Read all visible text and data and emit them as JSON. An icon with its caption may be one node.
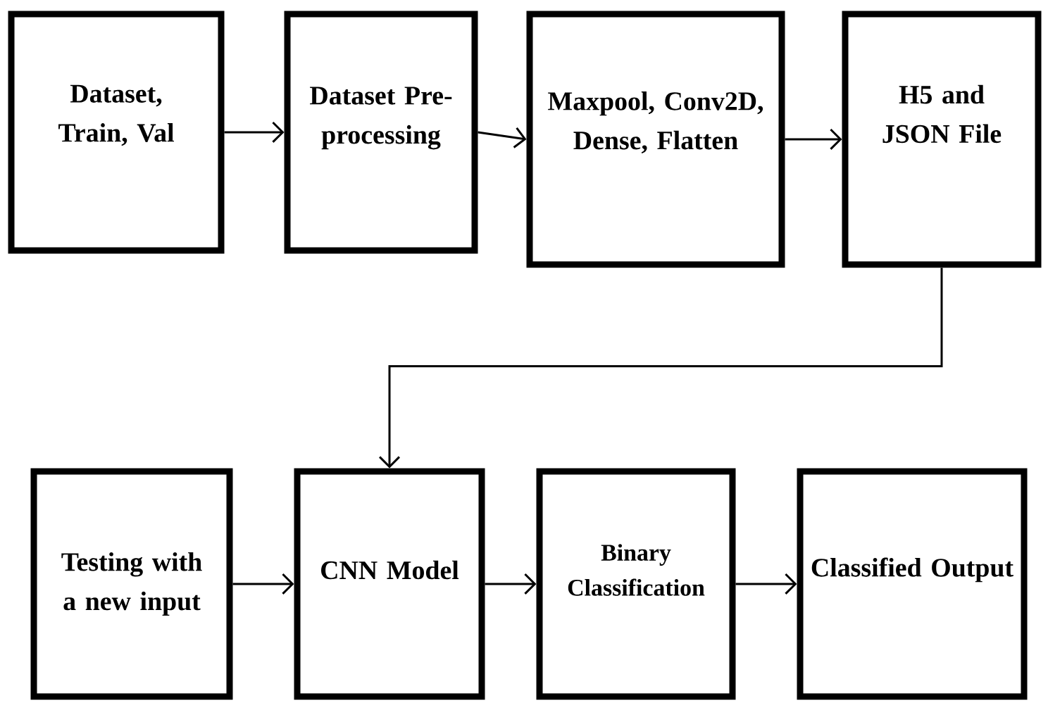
{
  "diagram": {
    "nodes": [
      {
        "text": [
          "Dataset, Train, Val"
        ]
      },
      {
        "text": [
          "Dataset Pre-processing"
        ]
      },
      {
        "text": [
          "Maxpool, Conv2D, Dense, Flatten"
        ]
      },
      {
        "text": [
          "H5 and JSON File"
        ]
      },
      {
        "text": [
          "Testing with a new input"
        ]
      },
      {
        "text": [
          "CNN Model"
        ]
      },
      {
        "text": [
          "Binary Classification"
        ]
      },
      {
        "text": [
          "Classified Output"
        ]
      }
    ],
    "edges": [
      {
        "from": 0,
        "to": 1,
        "arrow": "to"
      },
      {
        "from": 1,
        "to": 2,
        "arrow": "to"
      },
      {
        "from": 2,
        "to": 3,
        "arrow": "to"
      },
      {
        "from": 3,
        "to": 5,
        "arrow": "to"
      },
      {
        "from": 4,
        "to": 5,
        "arrow": "to"
      },
      {
        "from": 5,
        "to": 6,
        "arrow": "to"
      },
      {
        "from": 6,
        "to": 7,
        "arrow": "to"
      }
    ]
  }
}
